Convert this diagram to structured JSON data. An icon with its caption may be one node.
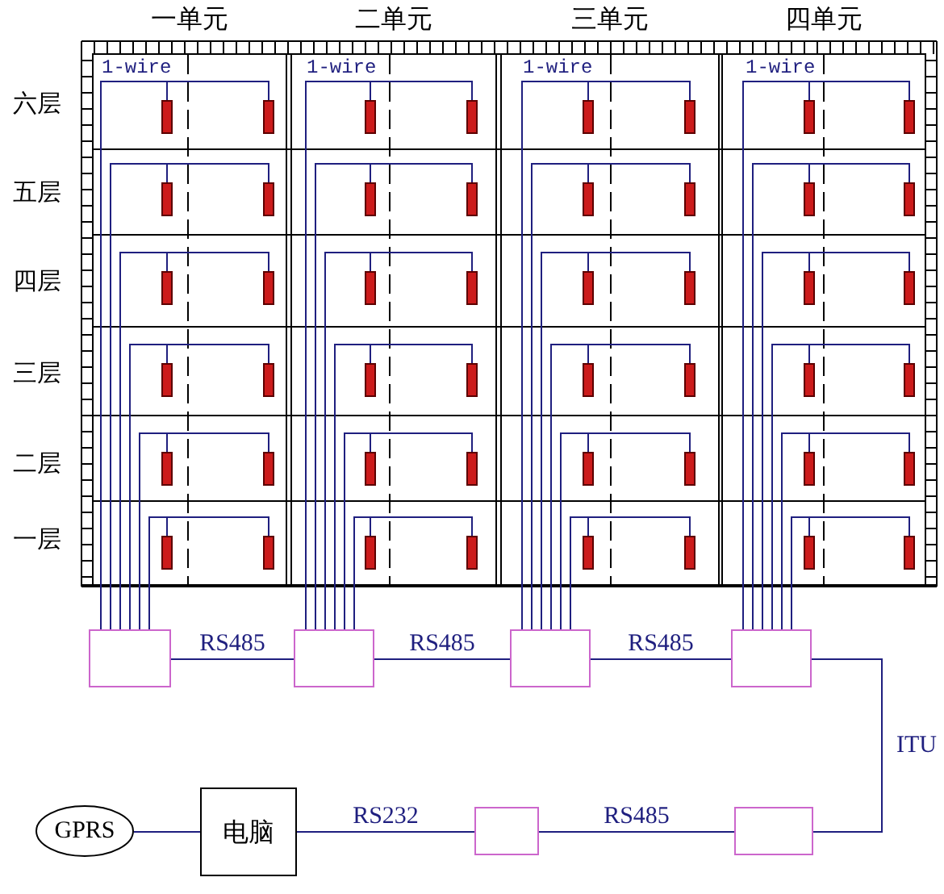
{
  "diagram": {
    "nodes": [
      {
        "text": [
          "一单元"
        ]
      },
      {
        "text": [],
        "shape": "bar",
        "in": 0
      },
      {
        "text": [],
        "shape": "bar",
        "in": 0
      },
      {
        "text": [],
        "shape": "bar",
        "in": 0
      },
      {
        "text": [],
        "shape": "bar",
        "in": 0
      },
      {
        "text": [],
        "shape": "bar",
        "in": 0
      },
      {
        "text": [],
        "shape": "bar",
        "in": 0
      },
      {
        "text": [],
        "shape": "bar",
        "in": 0
      },
      {
        "text": [],
        "shape": "bar",
        "in": 0
      },
      {
        "text": [],
        "shape": "bar",
        "in": 0
      },
      {
        "text": [],
        "shape": "bar",
        "in": 0
      },
      {
        "text": [],
        "shape": "bar",
        "in": 0
      },
      {
        "text": [],
        "shape": "bar",
        "in": 0
      },
      {
        "text": [
          "二单元"
        ]
      },
      {
        "text": [],
        "shape": "bar",
        "in": 13
      },
      {
        "text": [],
        "shape": "bar",
        "in": 13
      },
      {
        "text": [],
        "shape": "bar",
        "in": 13
      },
      {
        "text": [],
        "shape": "bar",
        "in": 13
      },
      {
        "text": [],
        "shape": "bar",
        "in": 13
      },
      {
        "text": [],
        "shape": "bar",
        "in": 13
      },
      {
        "text": [],
        "shape": "bar",
        "in": 13
      },
      {
        "text": [],
        "shape": "bar",
        "in": 13
      },
      {
        "text": [],
        "shape": "bar",
        "in": 13
      },
      {
        "text": [],
        "shape": "bar",
        "in": 13
      },
      {
        "text": [],
        "shape": "bar",
        "in": 13
      },
      {
        "text": [],
        "shape": "bar",
        "in": 13
      },
      {
        "text": [
          "三单元"
        ]
      },
      {
        "text": [],
        "shape": "bar",
        "in": 26
      },
      {
        "text": [],
        "shape": "bar",
        "in": 26
      },
      {
        "text": [],
        "shape": "bar",
        "in": 26
      },
      {
        "text": [],
        "shape": "bar",
        "in": 26
      },
      {
        "text": [],
        "shape": "bar",
        "in": 26
      },
      {
        "text": [],
        "shape": "bar",
        "in": 26
      },
      {
        "text": [],
        "shape": "bar",
        "in": 26
      },
      {
        "text": [],
        "shape": "bar",
        "in": 26
      },
      {
        "text": [],
        "shape": "bar",
        "in": 26
      },
      {
        "text": [],
        "shape": "bar",
        "in": 26
      },
      {
        "text": [],
        "shape": "bar",
        "in": 26
      },
      {
        "text": [],
        "shape": "bar",
        "in": 26
      },
      {
        "text": [
          "四单元"
        ]
      },
      {
        "text": [],
        "shape": "bar",
        "in": 39
      },
      {
        "text": [],
        "shape": "bar",
        "in": 39
      },
      {
        "text": [],
        "shape": "bar",
        "in": 39
      },
      {
        "text": [],
        "shape": "bar",
        "in": 39
      },
      {
        "text": [],
        "shape": "bar",
        "in": 39
      },
      {
        "text": [],
        "shape": "bar",
        "in": 39
      },
      {
        "text": [],
        "shape": "bar",
        "in": 39
      },
      {
        "text": [],
        "shape": "bar",
        "in": 39
      },
      {
        "text": [],
        "shape": "bar",
        "in": 39
      },
      {
        "text": [],
        "shape": "bar",
        "in": 39
      },
      {
        "text": [],
        "shape": "bar",
        "in": 39
      },
      {
        "text": [],
        "shape": "bar",
        "in": 39
      },
      {
        "text": [],
        "shape": "box"
      },
      {
        "text": [],
        "shape": "box"
      },
      {
        "text": [],
        "shape": "box"
      },
      {
        "text": [],
        "shape": "box"
      },
      {
        "text": [
          "GPRS"
        ]
      },
      {
        "text": [
          "电脑"
        ]
      },
      {
        "text": [],
        "shape": "box"
      },
      {
        "text": [],
        "shape": "box"
      }
    ],
    "edges": [
      {
        "from": 52,
        "to": 1,
        "arrow": "none"
      },
      {
        "from": 52,
        "to": 2,
        "arrow": "none"
      },
      {
        "from": 52,
        "to": 3,
        "arrow": "none"
      },
      {
        "from": 52,
        "to": 4,
        "arrow": "none"
      },
      {
        "from": 52,
        "to": 5,
        "arrow": "none"
      },
      {
        "from": 52,
        "to": 6,
        "arrow": "none"
      },
      {
        "from": 52,
        "to": 7,
        "arrow": "none"
      },
      {
        "from": 52,
        "to": 8,
        "arrow": "none"
      },
      {
        "from": 52,
        "to": 9,
        "arrow": "none"
      },
      {
        "from": 52,
        "to": 10,
        "arrow": "none"
      },
      {
        "from": 52,
        "to": 11,
        "arrow": "none"
      },
      {
        "from": 52,
        "to": 12,
        "arrow": "none"
      },
      {
        "from": 53,
        "to": 14,
        "arrow": "none"
      },
      {
        "from": 53,
        "to": 15,
        "arrow": "none"
      },
      {
        "from": 53,
        "to": 16,
        "arrow": "none"
      },
      {
        "from": 53,
        "to": 17,
        "arrow": "none"
      },
      {
        "from": 53,
        "to": 18,
        "arrow": "none"
      },
      {
        "from": 53,
        "to": 19,
        "arrow": "none"
      },
      {
        "from": 53,
        "to": 20,
        "arrow": "none"
      },
      {
        "from": 53,
        "to": 21,
        "arrow": "none"
      },
      {
        "from": 53,
        "to": 22,
        "arrow": "none"
      },
      {
        "from": 53,
        "to": 23,
        "arrow": "none"
      },
      {
        "from": 53,
        "to": 24,
        "arrow": "none"
      },
      {
        "from": 53,
        "to": 25,
        "arrow": "none"
      },
      {
        "from": 54,
        "to": 27,
        "arrow": "none"
      },
      {
        "from": 54,
        "to": 28,
        "arrow": "none"
      },
      {
        "from": 54,
        "to": 29,
        "arrow": "none"
      },
      {
        "from": 54,
        "to": 30,
        "arrow": "none"
      },
      {
        "from": 54,
        "to": 31,
        "arrow": "none"
      },
      {
        "from": 54,
        "to": 32,
        "arrow": "none"
      },
      {
        "from": 54,
        "to": 33,
        "arrow": "none"
      },
      {
        "from": 54,
        "to": 34,
        "arrow": "none"
      },
      {
        "from": 54,
        "to": 35,
        "arrow": "none"
      },
      {
        "from": 54,
        "to": 36,
        "arrow": "none"
      },
      {
        "from": 54,
        "to": 37,
        "arrow": "none"
      },
      {
        "from": 54,
        "to": 38,
        "arrow": "none"
      },
      {
        "from": 55,
        "to": 40,
        "arrow": "none"
      },
      {
        "from": 55,
        "to": 41,
        "arrow": "none"
      },
      {
        "from": 55,
        "to": 42,
        "arrow": "none"
      },
      {
        "from": 55,
        "to": 43,
        "arrow": "none"
      },
      {
        "from": 55,
        "to": 44,
        "arrow": "none"
      },
      {
        "from": 55,
        "to": 45,
        "arrow": "none"
      },
      {
        "from": 55,
        "to": 46,
        "arrow": "none"
      },
      {
        "from": 55,
        "to": 47,
        "arrow": "none"
      },
      {
        "from": 55,
        "to": 48,
        "arrow": "none"
      },
      {
        "from": 55,
        "to": 49,
        "arrow": "none"
      },
      {
        "from": 55,
        "to": 50,
        "arrow": "none"
      },
      {
        "from": 55,
        "to": 51,
        "arrow": "none"
      },
      {
        "from": 52,
        "to": 53,
        "arrow": "none",
        "label": "RS485"
      },
      {
        "from": 53,
        "to": 54,
        "arrow": "none",
        "label": "RS485"
      },
      {
        "from": 54,
        "to": 55,
        "arrow": "none",
        "label": "RS485"
      },
      {
        "from": 55,
        "to": 59,
        "arrow": "none",
        "label": "ITU"
      },
      {
        "from": 59,
        "to": 58,
        "arrow": "none",
        "label": "RS485"
      },
      {
        "from": 58,
        "to": 57,
        "arrow": "none",
        "label": "RS232"
      },
      {
        "from": 57,
        "to": 56,
        "arrow": "none"
      }
    ],
    "labels": [
      "1-wire",
      "1-wire",
      "1-wire",
      "1-wire",
      "六层",
      "五层",
      "四层",
      "三层",
      "二层",
      "一层"
    ]
  }
}
